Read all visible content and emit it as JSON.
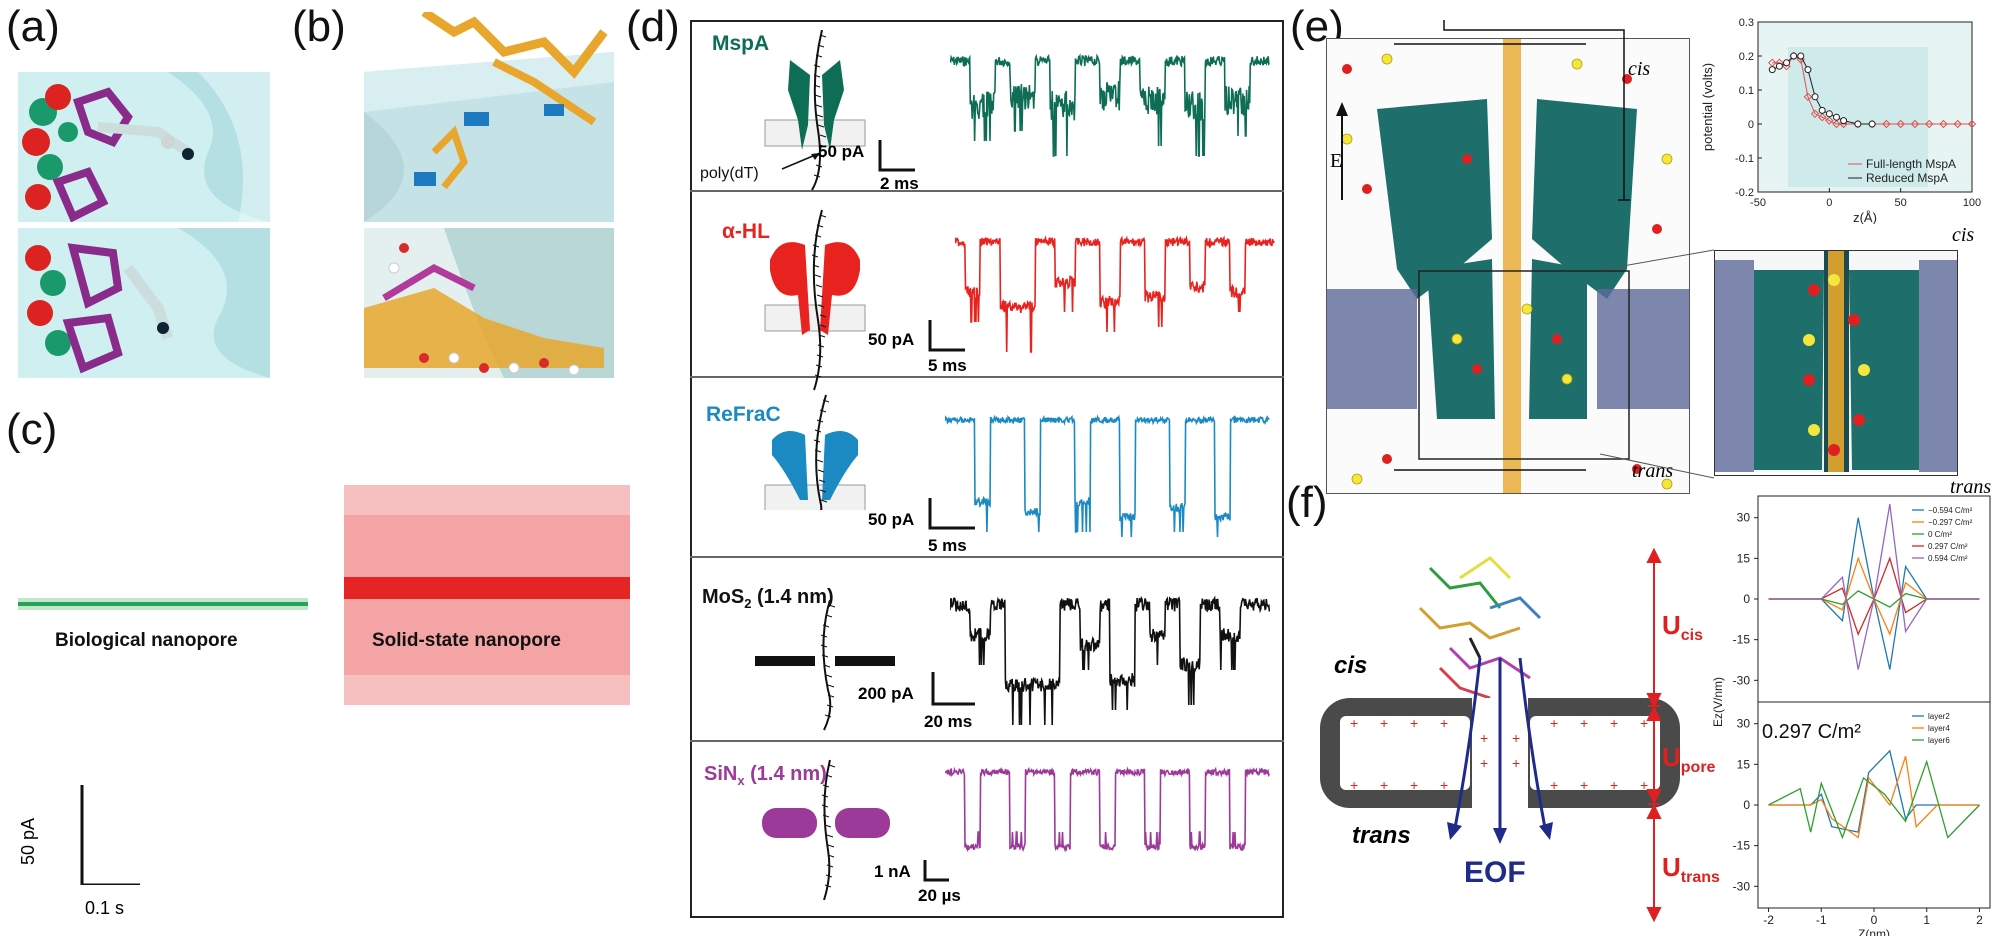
{
  "panels": {
    "a": {
      "letter": "(a)"
    },
    "b": {
      "letter": "(b)"
    },
    "c": {
      "letter": "(c)",
      "bio_label": "Biological nanopore",
      "ss_label": "Solid-state nanopore",
      "scale_y": "50 pA",
      "scale_x": "0.1 s"
    },
    "d": {
      "letter": "(d)",
      "poly_label": "poly(dT)",
      "rows": [
        {
          "name": "MspA",
          "color": "#0e6e55",
          "scale_y": "50 pA",
          "scale_x": "2 ms"
        },
        {
          "name": "α-HL",
          "color": "#e8221e",
          "scale_y": "50 pA",
          "scale_x": "5 ms"
        },
        {
          "name": "ReFraC",
          "color": "#1b8ac2",
          "scale_y": "50 pA",
          "scale_x": "5 ms"
        },
        {
          "name_main": "MoS",
          "name_sub": "2",
          "name_tail": " (1.4 nm)",
          "color": "#111111",
          "scale_y": "200 pA",
          "scale_x": "20 ms"
        },
        {
          "name_main": "SiN",
          "name_sub": "x",
          "name_tail": " (1.4 nm)",
          "color": "#9b3a98",
          "scale_y": "1 nA",
          "scale_x": "20 µs"
        }
      ]
    },
    "e": {
      "letter": "(e)",
      "cis": "cis",
      "trans": "trans",
      "field": "E",
      "inset": {
        "ylabel": "potential (volts)",
        "xlabel": "z(Å)",
        "yticks": [
          "0.3",
          "0.2",
          "0.1",
          "0",
          "-0.1",
          "-0.2"
        ],
        "xticks": [
          "-50",
          "0",
          "50",
          "100"
        ],
        "legend": [
          "Full-length MspA",
          "Reduced MspA"
        ]
      }
    },
    "f": {
      "letter": "(f)",
      "cis": "cis",
      "trans": "trans",
      "eof": "EOF",
      "u_cis": "U",
      "u_cis_sub": "cis",
      "u_pore": "U",
      "u_pore_sub": "pore",
      "u_trans": "U",
      "u_trans_sub": "trans",
      "plot_top": {
        "ylabel": "E",
        "ylabel_sub": "z",
        "ylabel_unit": "(V/nm)",
        "yticks": [
          "30",
          "15",
          "0",
          "-15",
          "-30"
        ],
        "legend": [
          "−0.594 C/m²",
          "−0.297 C/m²",
          "0 C/m²",
          "0.297 C/m²",
          "0.594 C/m²"
        ],
        "legend_colors": [
          "#1f77b4",
          "#ff7f0e",
          "#2ca02c",
          "#d62728",
          "#9467bd"
        ]
      },
      "plot_bottom": {
        "title": "0.297 C/m²",
        "yticks": [
          "30",
          "15",
          "0",
          "-15",
          "-30"
        ],
        "xticks": [
          "-2",
          "-1",
          "0",
          "1",
          "2"
        ],
        "xlabel": "Z(nm)",
        "legend": [
          "layer2",
          "layer4",
          "layer6"
        ],
        "legend_colors": [
          "#1f77b4",
          "#ff7f0e",
          "#2ca02c"
        ]
      }
    }
  },
  "chart_data": [
    {
      "type": "line",
      "title": "",
      "xlabel": "z(Å)",
      "ylabel": "potential (volts)",
      "xlim": [
        -50,
        100
      ],
      "ylim": [
        -0.2,
        0.3
      ],
      "series": [
        {
          "name": "Full-length MspA",
          "x": [
            -40,
            -35,
            -30,
            -25,
            -20,
            -15,
            -10,
            -5,
            0,
            5,
            10,
            20,
            30,
            40,
            50,
            60,
            70,
            80,
            90,
            100
          ],
          "y": [
            0.18,
            0.18,
            0.17,
            0.2,
            0.19,
            0.08,
            0.03,
            0.02,
            0.01,
            0.0,
            0.0,
            0.0,
            0.0,
            0.0,
            0.0,
            0.0,
            0.0,
            0.0,
            0.0,
            0.0
          ]
        },
        {
          "name": "Reduced MspA",
          "x": [
            -40,
            -35,
            -30,
            -25,
            -20,
            -15,
            -10,
            -5,
            0,
            5,
            10,
            20,
            30
          ],
          "y": [
            0.16,
            0.17,
            0.18,
            0.2,
            0.2,
            0.16,
            0.08,
            0.04,
            0.03,
            0.02,
            0.01,
            0.0,
            0.0
          ]
        }
      ]
    },
    {
      "type": "line",
      "title": "",
      "xlabel": "",
      "ylabel": "Ez (V/nm)",
      "xlim": [
        -2.2,
        2.2
      ],
      "ylim": [
        -38,
        38
      ],
      "series": [
        {
          "name": "−0.594 C/m²",
          "x": [
            -2,
            -1,
            -0.6,
            -0.3,
            0,
            0.3,
            0.6,
            1,
            2
          ],
          "y": [
            0,
            0,
            -8,
            30,
            0,
            -26,
            12,
            0,
            0
          ]
        },
        {
          "name": "−0.297 C/m²",
          "x": [
            -2,
            -1,
            -0.6,
            -0.3,
            0,
            0.3,
            0.6,
            1,
            2
          ],
          "y": [
            0,
            0,
            -4,
            15,
            0,
            -13,
            6,
            0,
            0
          ]
        },
        {
          "name": "0 C/m²",
          "x": [
            -2,
            -1,
            -0.6,
            -0.3,
            0,
            0.3,
            0.6,
            1,
            2
          ],
          "y": [
            0,
            0,
            -2,
            3,
            0,
            -3,
            2,
            0,
            0
          ]
        },
        {
          "name": "0.297 C/m²",
          "x": [
            -2,
            -1,
            -0.6,
            -0.3,
            0,
            0.3,
            0.6,
            1,
            2
          ],
          "y": [
            0,
            0,
            4,
            -13,
            0,
            15,
            -5,
            0,
            0
          ]
        },
        {
          "name": "0.594 C/m²",
          "x": [
            -2,
            -1,
            -0.6,
            -0.3,
            0,
            0.3,
            0.6,
            1,
            2
          ],
          "y": [
            0,
            0,
            8,
            -26,
            0,
            35,
            -12,
            0,
            0
          ]
        }
      ]
    },
    {
      "type": "line",
      "title": "0.297 C/m²",
      "xlabel": "Z(nm)",
      "ylabel": "",
      "xlim": [
        -2.2,
        2.2
      ],
      "ylim": [
        -38,
        38
      ],
      "series": [
        {
          "name": "layer2",
          "x": [
            -2,
            -1.2,
            -1,
            -0.8,
            -0.3,
            -0.1,
            0.3,
            0.6,
            0.8,
            1.2,
            2
          ],
          "y": [
            0,
            0,
            4,
            -8,
            -10,
            12,
            20,
            -5,
            0,
            0,
            0
          ]
        },
        {
          "name": "layer4",
          "x": [
            -2,
            -1.2,
            -1,
            -0.8,
            -0.3,
            -0.1,
            0.3,
            0.6,
            0.8,
            1.2,
            2
          ],
          "y": [
            0,
            0,
            2,
            -5,
            -12,
            10,
            0,
            18,
            -8,
            0,
            0
          ]
        },
        {
          "name": "layer6",
          "x": [
            -2,
            -1.4,
            -1.2,
            -1,
            -0.6,
            -0.2,
            0.2,
            0.6,
            1,
            1.4,
            2
          ],
          "y": [
            0,
            6,
            -10,
            8,
            -12,
            10,
            4,
            -6,
            16,
            -12,
            0
          ]
        }
      ]
    }
  ]
}
